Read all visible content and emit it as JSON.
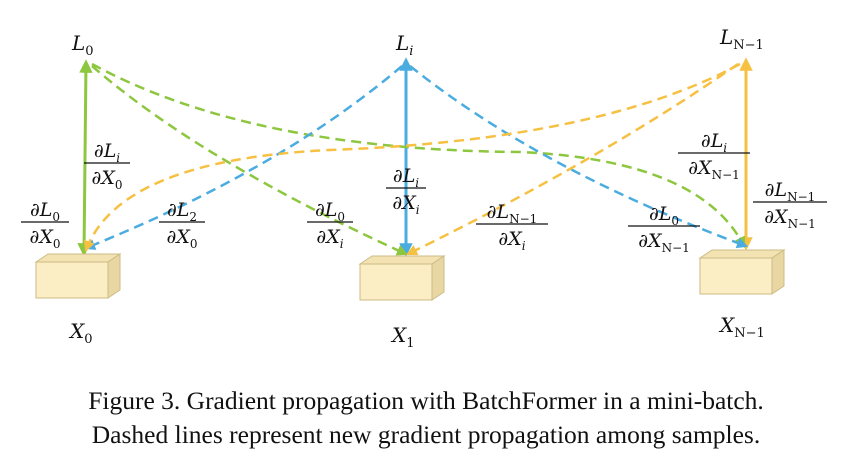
{
  "figure": {
    "loss_labels": [
      {
        "base": "L",
        "sub": "0"
      },
      {
        "base": "L",
        "sub": "i"
      },
      {
        "base": "L",
        "sub": "N−1"
      }
    ],
    "sample_labels": [
      {
        "base": "X",
        "sub": "0"
      },
      {
        "base": "X",
        "sub": "1"
      },
      {
        "base": "X",
        "sub": "N−1"
      }
    ],
    "gradient_labels": [
      {
        "num": "L",
        "num_sub": "0",
        "den": "X",
        "den_sub": "0"
      },
      {
        "num": "L",
        "num_sub": "i",
        "den": "X",
        "den_sub": "0"
      },
      {
        "num": "L",
        "num_sub": "2",
        "den": "X",
        "den_sub": "0"
      },
      {
        "num": "L",
        "num_sub": "0",
        "den": "X",
        "den_sub": "i"
      },
      {
        "num": "L",
        "num_sub": "i",
        "den": "X",
        "den_sub": "i"
      },
      {
        "num": "L",
        "num_sub": "N−1",
        "den": "X",
        "den_sub": "i"
      },
      {
        "num": "L",
        "num_sub": "i",
        "den": "X",
        "den_sub": "N−1"
      },
      {
        "num": "L",
        "num_sub": "0",
        "den": "X",
        "den_sub": "N−1"
      },
      {
        "num": "L",
        "num_sub": "N−1",
        "den": "X",
        "den_sub": "N−1"
      }
    ],
    "colors": {
      "loss0": "#8dc63f",
      "lossi": "#4bace0",
      "lossN": "#f6c142",
      "box_face": "#fbeec4",
      "box_side": "#e8d7a3"
    }
  },
  "caption": {
    "line1": "Figure 3. Gradient propagation with BatchFormer in a mini-batch.",
    "line2": "Dashed lines represent new gradient propagation among samples."
  }
}
